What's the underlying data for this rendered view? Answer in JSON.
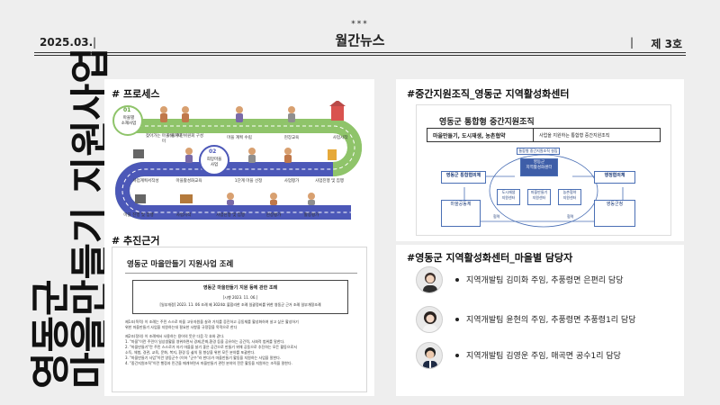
{
  "header": {
    "stars": "***",
    "date": "2025.03.",
    "bar_left": "|",
    "title": "월간뉴스",
    "bar_right": "|",
    "issue": "제 3호"
  },
  "side_title": {
    "line1": "영동군",
    "line2": "마을만들기 지원사업"
  },
  "sections": {
    "process": "# 프로세스",
    "basis": "# 추진근거",
    "org": "#중간지원조직_영동군 지역활성화센터",
    "staff": "#영동군 지역활성화센터_마을별 담당자"
  },
  "process": {
    "step1_num": "01",
    "step1_label": "마을별\n소재사업",
    "step2_num": "02",
    "step2_label": "희망마을\n사업",
    "top_labels": [
      "찾아가는 마을 아카데미",
      "마을 추진위원회 구성",
      "마을 계획 수립",
      "현장교육",
      "사업시작"
    ],
    "mid_labels": [
      "사업계획서작성",
      "마을활성화교육",
      "1단계 마을 선정",
      "사업평가",
      "사업진행 및 집행"
    ],
    "bottom_labels": [
      "마을 진행 및 집행",
      "사업시작",
      "사업진행 및 집행",
      "현장평가",
      "활동평가"
    ]
  },
  "doc": {
    "title": "영동군 마을만들기 지원사업 조례",
    "box_title": "영동군 마을만들기 지원 등에 관한 조례",
    "box_sub": "[시행 2023. 11. 06.]",
    "box_sub2": "[일부개정] 2023. 11. 06 조례 제 3024호 불합리한 조례 일괄정비를 위한 영동군 근거 조례 일부개정조례",
    "lines": [
      "제1조(목적) 이 조례는 주민 스스로 마을 고유자원을 살려 가치를 증진하고 공동체를 활성화하여 살고 싶은 활성하기",
      "위한 마을만들기 사업을 지원하는데 필요한 사항을 규정함을 목적으로 한다",
      "제2조(정의) 이 조례에서 사용하는 용어의 뜻은 다음 각 호와 같다.",
      "1. \"마을\"이란 주민이 일상생활을 영위하면서 경제,문화,환경 등을 공유하는 공간적, 사회적 범위를 말한다.",
      "2. \"마을만들기\"란 주민 스스로가 자기 마을을 살기 좋은 공간으로 만들기 위해 공동으로 추진하는 모든 활동으로서",
      "소득, 체험, 경관, 교육, 문화, 복지, 환경 등 삶의 질 향상을 위한 모든 분야를 포괄한다.",
      "3. \"마을만들기 사업\"이란 영동군수 (이하 \"군수\"라 한다)가 마을만들기 활동을 지원하는 사업을 말한다.",
      "4. \"중간지원조직\"이란 행정과 민간을 매개하면서 마을만들기 관련 분야의 전문 활동을 지원하는 조직을 말한다."
    ]
  },
  "org": {
    "title": "영동군 통합형 중간지원조직",
    "tab_left": "마을만들기, 도시재생, 농촌협약",
    "tab_right": "사업을 지원하는 통합형 중간지원조직",
    "top_small": "통합형 중간지원조직 설립",
    "center": "영동군\n지역활성화센터",
    "left_top": "영동군 통합협의체",
    "left_bottom": "마을공동체",
    "right_top": "행정협의체",
    "right_bottom": "영동군청",
    "mid1": "도시재생\n지원센터",
    "mid2": "마을만들기\n지원센터",
    "mid3": "농촌협약\n지원센터",
    "arrow_left": "협력",
    "arrow_right": "협력"
  },
  "staff": [
    {
      "text": "지역개발팀 김미화 주임, 추풍령면 은편리 담당"
    },
    {
      "text": "지역개발팀 윤현의 주임, 추풍령면 추풍령1리 담당"
    },
    {
      "text": "지역개발팀 김영운 주임, 매곡면 공수1리 담당"
    }
  ],
  "colors": {
    "road_green": "#8fc46a",
    "road_blue": "#4c58b8",
    "org_blue": "#4a6fb5"
  }
}
